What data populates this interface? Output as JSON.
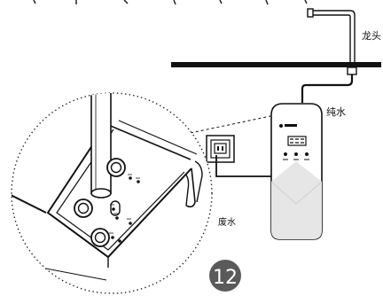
{
  "labels": {
    "faucet": "龙头",
    "pure_water": "纯水",
    "waste_water": "废水",
    "step_number": "12"
  },
  "colors": {
    "line": "#111111",
    "badge": "#5a5a5a",
    "badge_text": "#ffffff",
    "device_shade": "#e6e6e6"
  },
  "icons": [
    "faucet-icon",
    "wall-socket-icon",
    "water-purifier-icon",
    "magnifier-circle"
  ]
}
